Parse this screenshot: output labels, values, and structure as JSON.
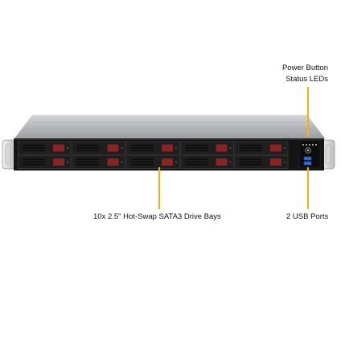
{
  "callouts": {
    "power_line1": "Power Button",
    "power_line2": "Status LEDs",
    "drive_bays": "10x 2.5\" Hot-Swap SATA3 Drive Bays",
    "usb_ports": "2 USB Ports"
  },
  "colors": {
    "leader": "#f4b400",
    "chassis_front": "#141414",
    "chassis_top": "#b8b9bc",
    "drive_latch": "#8a2323",
    "usb_port": "#2f6fd6"
  }
}
